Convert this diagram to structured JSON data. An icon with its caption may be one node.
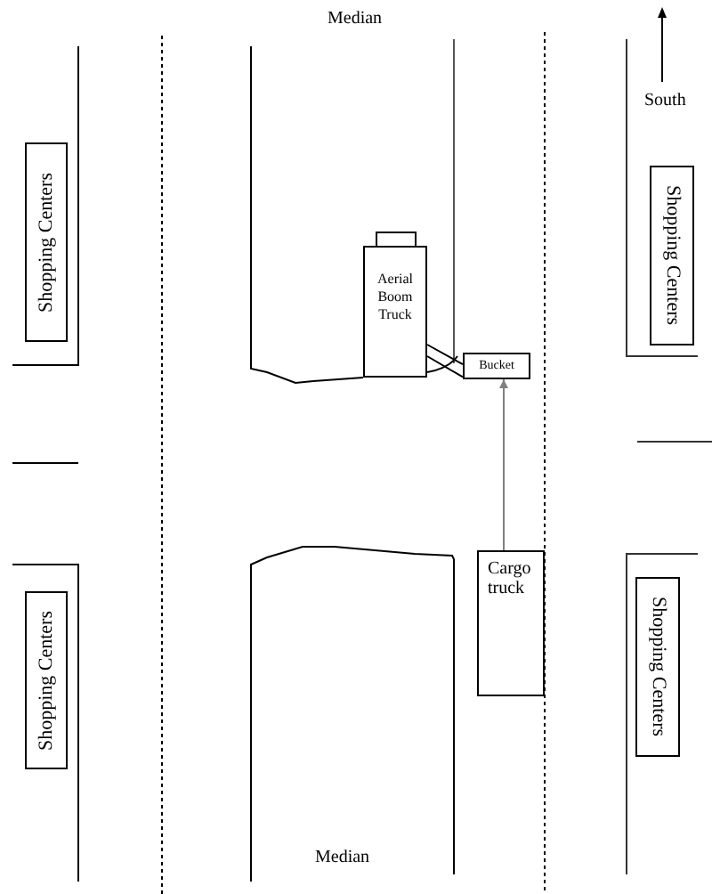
{
  "diagram": {
    "nodes": [
      {
        "text": [
          "Shopping Centers"
        ]
      },
      {
        "text": [
          "Shopping Centers"
        ]
      },
      {
        "text": [
          "Aerial Boom Truck"
        ]
      },
      {
        "text": [
          "Bucket"
        ]
      },
      {
        "text": [
          "Cargo truck"
        ]
      },
      {
        "text": [
          "Shopping Centers"
        ]
      },
      {
        "text": [
          "Shopping Centers"
        ]
      }
    ],
    "edges": [
      {
        "from": 2,
        "to": 3,
        "arrow": "none"
      },
      {
        "from": 4,
        "to": 3,
        "arrow": "to",
        "color": "#808080"
      }
    ],
    "labels": [
      "Median",
      "South",
      "Median"
    ]
  }
}
